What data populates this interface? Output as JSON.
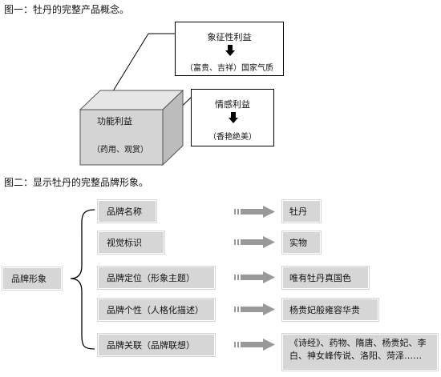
{
  "fig1": {
    "title": "图一：牡丹的完整产品概念。",
    "cube": {
      "label": "功能利益",
      "sub": "（药用、观赏）"
    },
    "symbolic": {
      "title": "象征性利益",
      "value": "（富贵、吉祥）国家气质"
    },
    "emotional": {
      "title": "情感利益",
      "value": "（香艳绝美）"
    }
  },
  "fig2": {
    "title": "图二：显示牡丹的完整品牌形象。",
    "root": "品牌形象",
    "items": [
      {
        "label": "品牌名称",
        "value": "牡丹"
      },
      {
        "label": "视觉标识",
        "value": "实物"
      },
      {
        "label": "品牌定位（形象主题）",
        "value": "唯有牡丹真国色"
      },
      {
        "label": "品牌个性（人格化描述）",
        "value": "杨贵妃般雍容华贵"
      },
      {
        "label": "品牌关联（品牌联想）",
        "value_line1": "《诗经》、药物、隋唐、杨贵妃、李",
        "value_line2": "白、神女峰传说、洛阳、菏泽……"
      }
    ]
  },
  "colors": {
    "box_fill": "#d6d6d6",
    "arrow": "#999999",
    "cube_front": "#d4d4d4",
    "cube_top": "#e6e6e6",
    "cube_side": "#bcbcbc"
  }
}
